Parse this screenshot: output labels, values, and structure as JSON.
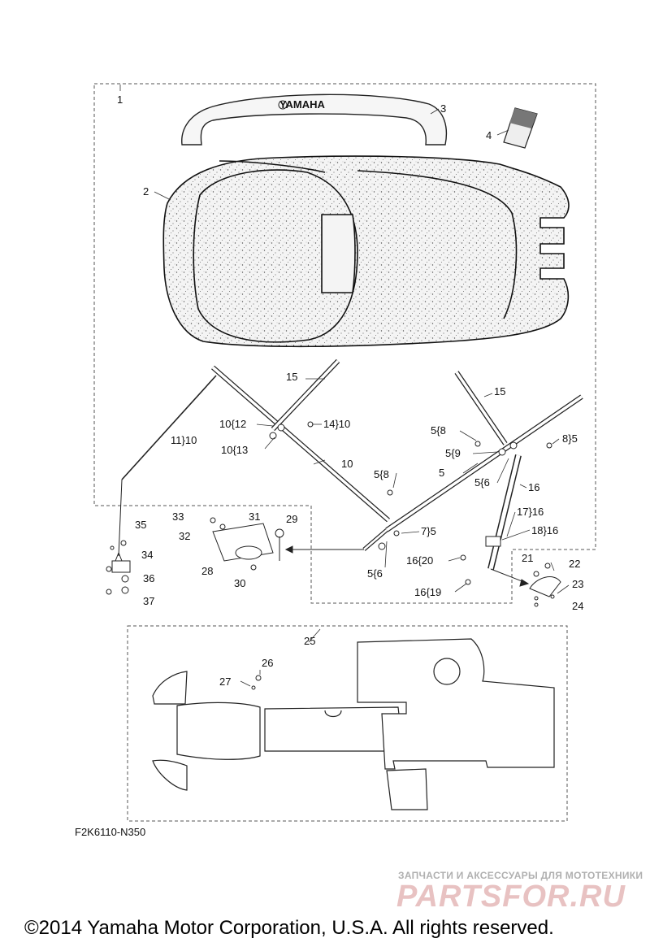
{
  "diagram": {
    "brand_mark": "YAMAHA",
    "callouts": [
      "1",
      "2",
      "3",
      "4",
      "15",
      "15",
      "10{12",
      "14}10",
      "10{13",
      "11}10",
      "10",
      "5{8",
      "8}5",
      "5{9",
      "5",
      "5{6",
      "16",
      "5{8",
      "17}16",
      "7}5",
      "18}16",
      "33",
      "31",
      "29",
      "32",
      "35",
      "34",
      "28",
      "30",
      "36",
      "37",
      "5{6",
      "16{20",
      "16{19",
      "21",
      "22",
      "23",
      "24",
      "25",
      "26",
      "27"
    ]
  },
  "figure_code": "F2K6110-N350",
  "watermark": {
    "tagline": "ЗАПЧАСТИ И АКСЕССУАРЫ ДЛЯ МОТОТЕХНИКИ",
    "brand": "PARTSFOR.RU"
  },
  "copyright": "©2014 Yamaha Motor Corporation, U.S.A. All rights reserved."
}
